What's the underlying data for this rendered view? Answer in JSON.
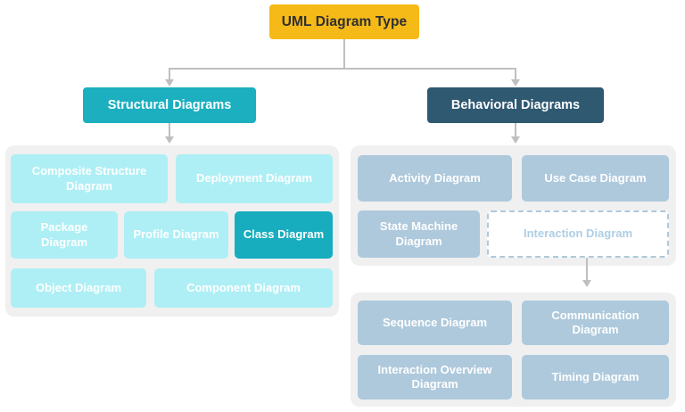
{
  "diagram": {
    "title": "UML Diagram Type",
    "root": {
      "label": "UML Diagram Type",
      "color": "#F5BA18",
      "text_color": "#2f2f33"
    },
    "branches": [
      {
        "key": "structural",
        "label": "Structural Diagrams",
        "color": "#1BAFC0",
        "leaf_color": "#AEEFF5",
        "highlight_color": "#17ADBE",
        "leaves": [
          {
            "label": "Composite Structure Diagram",
            "state": "normal"
          },
          {
            "label": "Deployment Diagram",
            "state": "normal"
          },
          {
            "label": "Package Diagram",
            "state": "normal"
          },
          {
            "label": "Profile Diagram",
            "state": "normal"
          },
          {
            "label": "Class Diagram",
            "state": "highlighted"
          },
          {
            "label": "Object Diagram",
            "state": "normal"
          },
          {
            "label": "Component Diagram",
            "state": "normal"
          }
        ]
      },
      {
        "key": "behavioral",
        "label": "Behavioral Diagrams",
        "color": "#2F5871",
        "leaf_color": "#AEC9DC",
        "leaves": [
          {
            "label": "Activity Diagram",
            "state": "normal"
          },
          {
            "label": "Use Case Diagram",
            "state": "normal"
          },
          {
            "label": "State Machine Diagram",
            "state": "normal"
          },
          {
            "label": "Interaction Diagram",
            "state": "dashed"
          }
        ]
      }
    ],
    "interaction_group": {
      "parent": "Interaction Diagram",
      "leaf_color": "#AEC9DC",
      "leaves": [
        {
          "label": "Sequence Diagram",
          "state": "normal"
        },
        {
          "label": "Communication Diagram",
          "state": "normal"
        },
        {
          "label": "Interaction Overview Diagram",
          "state": "normal"
        },
        {
          "label": "Timing Diagram",
          "state": "normal"
        }
      ]
    },
    "connector_color": "#BFBFBF"
  }
}
